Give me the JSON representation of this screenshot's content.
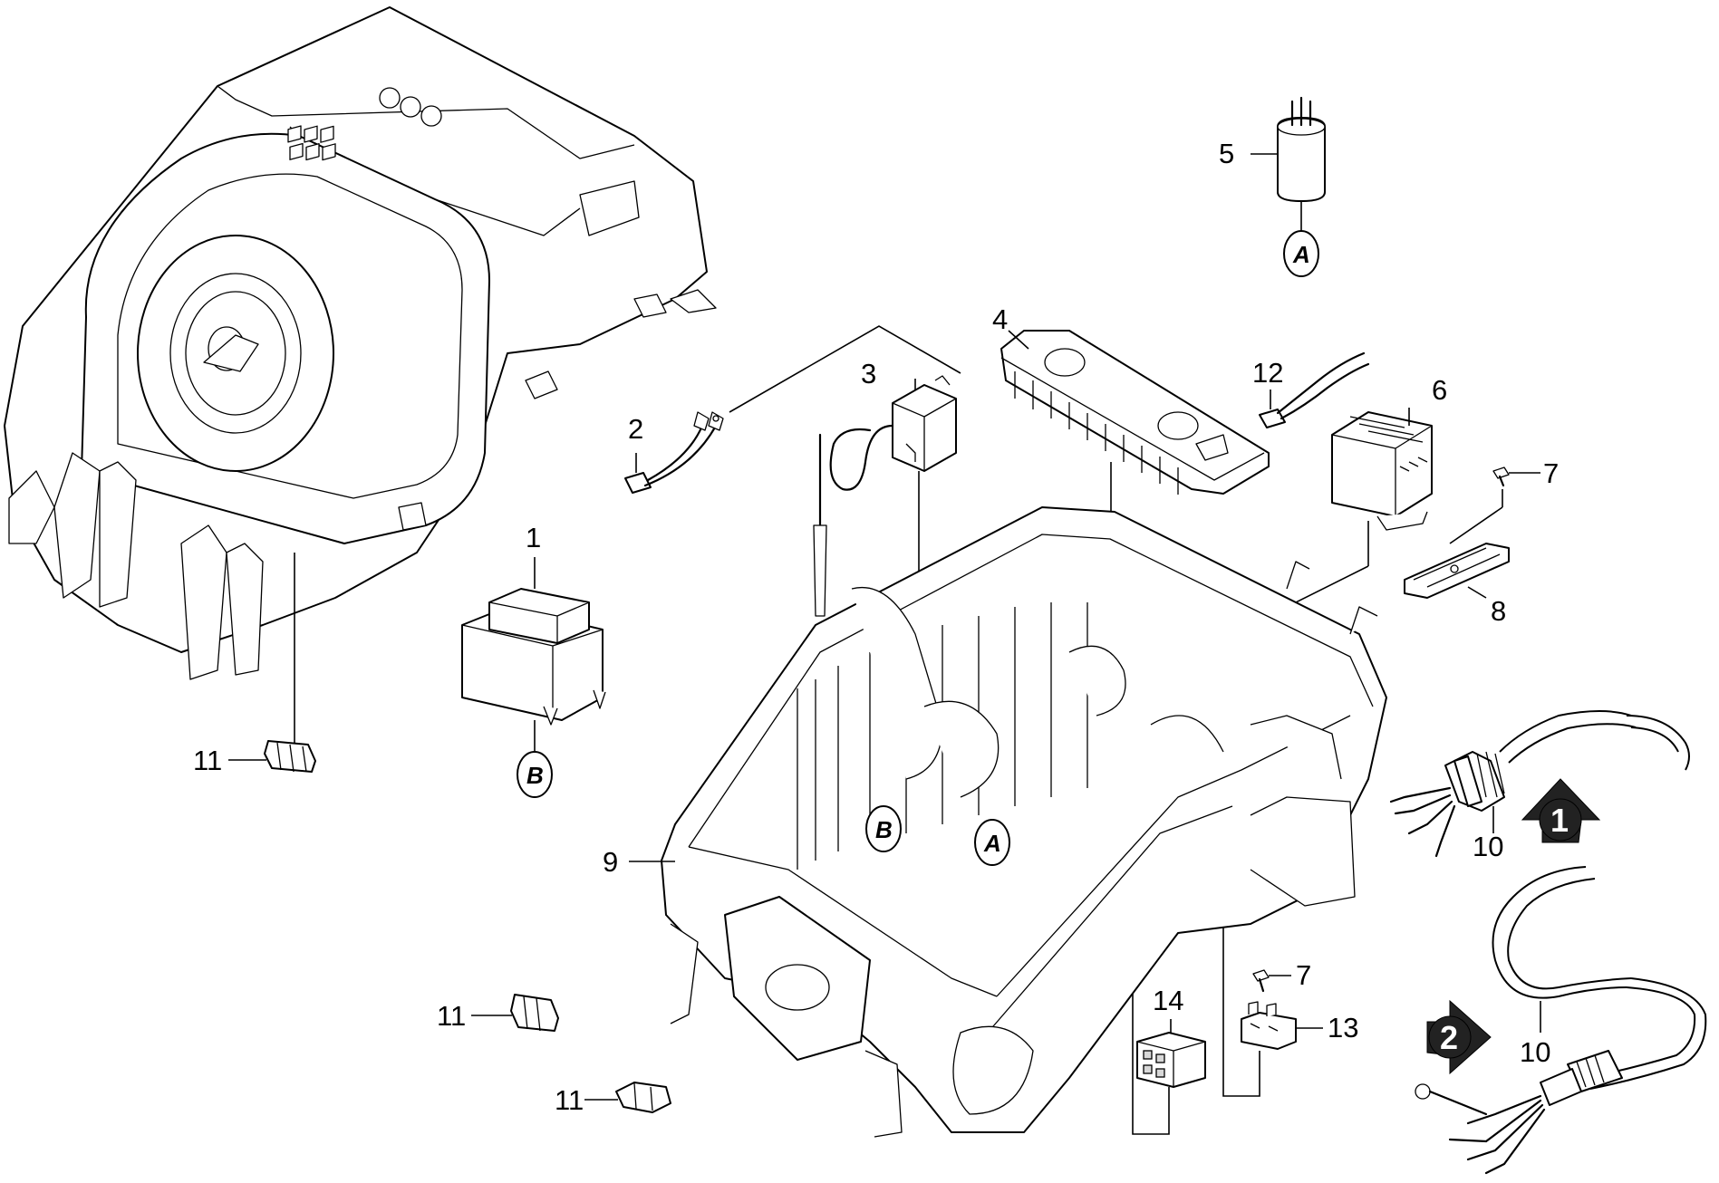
{
  "callouts": {
    "c1": "1",
    "c2": "2",
    "c3": "3",
    "c4": "4",
    "c5": "5",
    "c6": "6",
    "c7a": "7",
    "c7b": "7",
    "c8": "8",
    "c9": "9",
    "c10a": "10",
    "c10b": "10",
    "c11a": "11",
    "c11b": "11",
    "c11c": "11",
    "c12": "12",
    "c13": "13",
    "c14": "14"
  },
  "references": {
    "a_top": "A",
    "b_left": "B",
    "b_housing": "B",
    "a_housing": "A"
  },
  "variants": {
    "v1": "1",
    "v2": "2"
  }
}
